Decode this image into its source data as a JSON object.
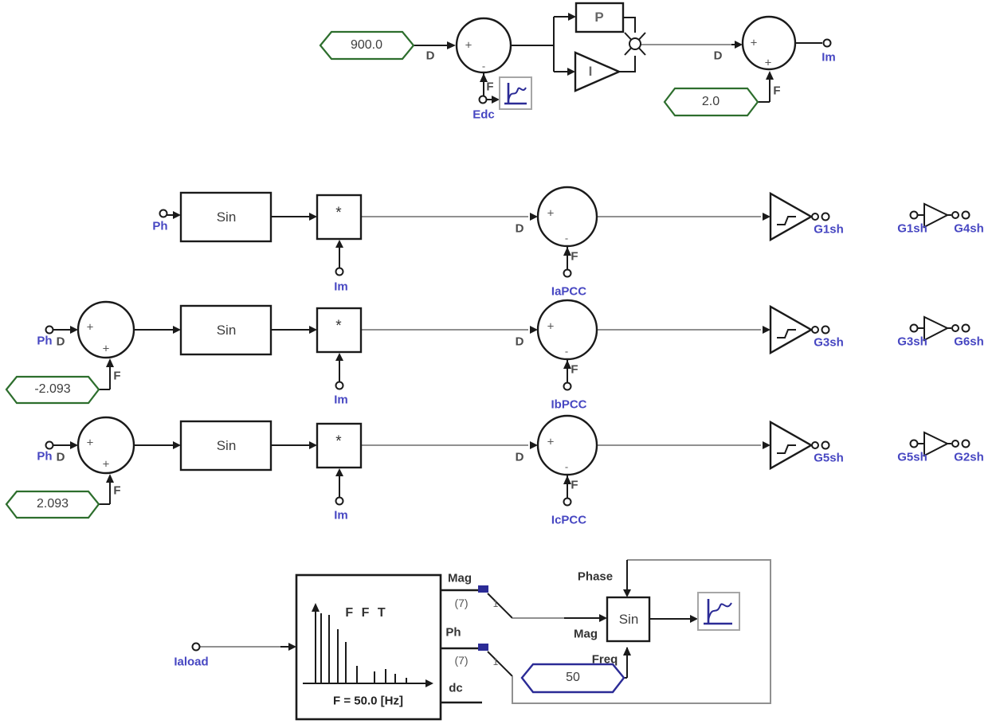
{
  "colors": {
    "hex_green": "#2d6e2d",
    "navy": "#2b2b96",
    "label_blue": "#4747c2",
    "wire_gray": "#909090",
    "line_black": "#1a1a1a"
  },
  "signs": {
    "plus": "+",
    "minus": "-"
  },
  "ports": {
    "d": "D",
    "f": "F"
  },
  "top": {
    "ref_value": "900.0",
    "edc_terminal": "Edc",
    "p_label": "P",
    "i_label": "I",
    "gain_value": "2.0",
    "im_terminal": "Im"
  },
  "rows": [
    {
      "input": "Ph",
      "sin": "Sin",
      "mult": "*",
      "carrier": "Im",
      "pcc": "IaPCC",
      "gate": "G1sh",
      "pair_in": "G1sh",
      "pair_out": "G4sh"
    },
    {
      "input": "Ph",
      "offset": "-2.093",
      "sin": "Sin",
      "mult": "*",
      "carrier": "Im",
      "pcc": "IbPCC",
      "gate": "G3sh",
      "pair_in": "G3sh",
      "pair_out": "G6sh"
    },
    {
      "input": "Ph",
      "offset": "2.093",
      "sin": "Sin",
      "mult": "*",
      "carrier": "Im",
      "pcc": "IcPCC",
      "gate": "G5sh",
      "pair_in": "G5sh",
      "pair_out": "G2sh"
    }
  ],
  "fft": {
    "input": "Iaload",
    "title": "F F T",
    "caption": "F = 50.0 [Hz]",
    "out_mag": "Mag",
    "out_mag_count": "(7)",
    "out_ph": "Ph",
    "out_ph_count": "(7)",
    "out_dc": "dc",
    "tap_index": "1"
  },
  "osc": {
    "block": "Sin",
    "phase_port": "Phase",
    "mag_port": "Mag",
    "freq_port": "Freq",
    "freq_value": "50"
  }
}
